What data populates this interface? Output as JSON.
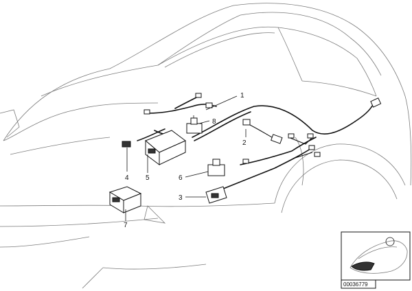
{
  "diagram": {
    "callouts": {
      "c1": "1",
      "c2": "2",
      "c3": "3",
      "c4": "4",
      "c5": "5",
      "c6": "6",
      "c7": "7",
      "c8": "8"
    },
    "reference_number": "00036779"
  }
}
